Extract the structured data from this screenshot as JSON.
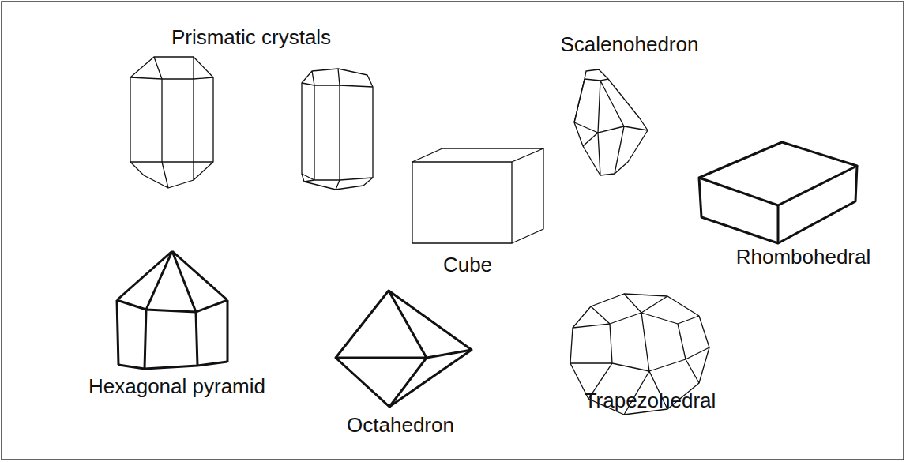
{
  "diagram": {
    "labels": [
      "Prismatic crystals",
      "Scalenohedron",
      "Cube",
      "Rhombohedral",
      "Hexagonal pyramid",
      "Octahedron",
      "Trapezohedral"
    ]
  }
}
